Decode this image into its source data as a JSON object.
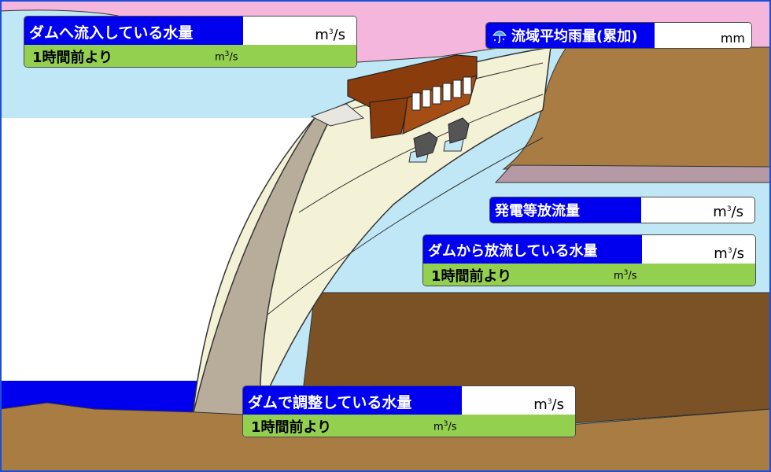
{
  "inflow": {
    "label": "ダムへ流入している水量",
    "value": "",
    "unit_base": "m",
    "unit_exp": "3",
    "unit_tail": "/s",
    "prev_label": "1時間前より",
    "prev_unit_base": "m",
    "prev_unit_exp": "3",
    "prev_unit_tail": "/s"
  },
  "rain": {
    "icon": "umbrella-icon",
    "label": "流域平均雨量(累加)",
    "value": "",
    "unit": "mm"
  },
  "power": {
    "label": "発電等放流量",
    "value": "",
    "unit_base": "m",
    "unit_exp": "3",
    "unit_tail": "/s"
  },
  "outflow": {
    "label": "ダムから放流している水量",
    "value": "",
    "unit_base": "m",
    "unit_exp": "3",
    "unit_tail": "/s",
    "prev_label": "1時間前より",
    "prev_unit_base": "m",
    "prev_unit_exp": "3",
    "prev_unit_tail": "/s"
  },
  "adjust": {
    "label": "ダムで調整している水量",
    "value": "",
    "unit_base": "m",
    "unit_exp": "3",
    "unit_tail": "/s",
    "prev_label": "1時間前より",
    "prev_unit_base": "m",
    "prev_unit_exp": "3",
    "prev_unit_tail": "/s"
  },
  "colors": {
    "label_bg": "#0000ee",
    "sub_bg": "#93d050",
    "frame": "#1b4fd8",
    "sky_pink": "#f4b6dd",
    "water": "#bfe7f5",
    "ground": "#a97c43",
    "dam": "#f4f2d6"
  }
}
